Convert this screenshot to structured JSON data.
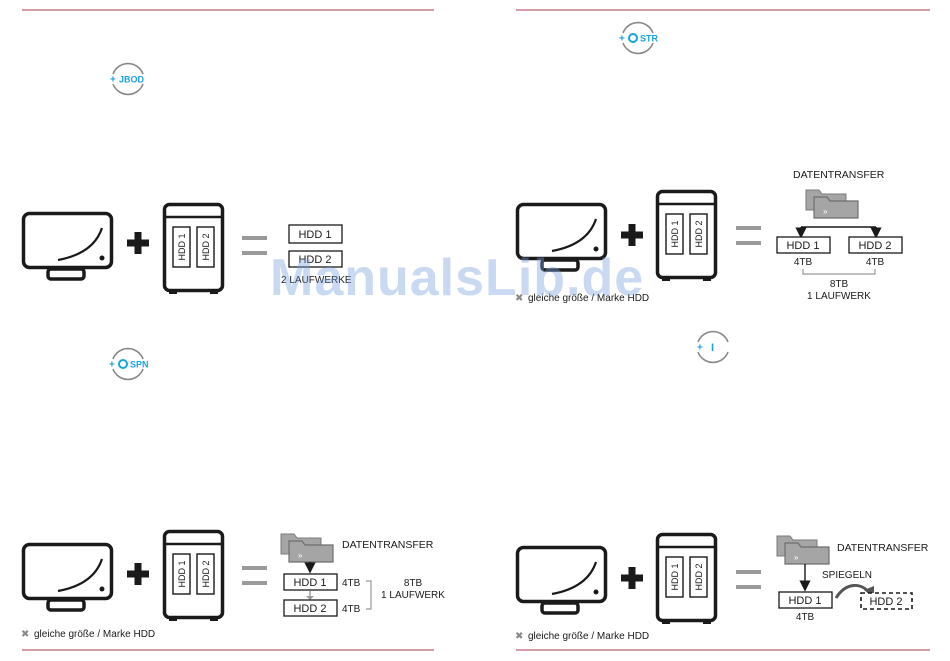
{
  "colors": {
    "accent": "#1aa3dc",
    "rule": "#b03a48",
    "ink": "#1a1a1a",
    "equals": "#9a9a9a",
    "folder": "#a5a5a5",
    "note_x": "#8a8a8a"
  },
  "panels": {
    "jbod": {
      "mode_badge": "JBOD",
      "drive_slots": [
        "HDD 1",
        "HDD 2"
      ],
      "result_drives": [
        "HDD 1",
        "HDD 2"
      ],
      "result_caption": "2 LAUFWERKE"
    },
    "str": {
      "mode_badge": "STR",
      "drive_slots": [
        "HDD 1",
        "HDD 2"
      ],
      "transfer_label": "DATENTRANSFER",
      "result_drives": [
        "HDD 1",
        "HDD 2"
      ],
      "drive_sizes": [
        "4TB",
        "4TB"
      ],
      "total_size": "8TB",
      "result_caption": "1 LAUFWERK",
      "note": "gleiche größe / Marke HDD"
    },
    "spn": {
      "mode_badge": "SPN",
      "drive_slots": [
        "HDD 1",
        "HDD 2"
      ],
      "transfer_label": "DATENTRANSFER",
      "result_drives": [
        "HDD 1",
        "HDD 2"
      ],
      "drive_sizes": [
        "4TB",
        "4TB"
      ],
      "total_size": "8TB",
      "result_caption": "1 LAUFWERK",
      "note": "gleiche größe / Marke HDD"
    },
    "mirror": {
      "mode_badge": "I",
      "drive_slots": [
        "HDD 1",
        "HDD 2"
      ],
      "transfer_label": "DATENTRANSFER",
      "mirror_label": "SPIEGELN",
      "result_drives": [
        "HDD 1",
        "HDD 2"
      ],
      "drive_sizes": [
        "4TB"
      ],
      "note": "gleiche größe / Marke HDD"
    }
  },
  "watermark": "ManualsLib.de"
}
